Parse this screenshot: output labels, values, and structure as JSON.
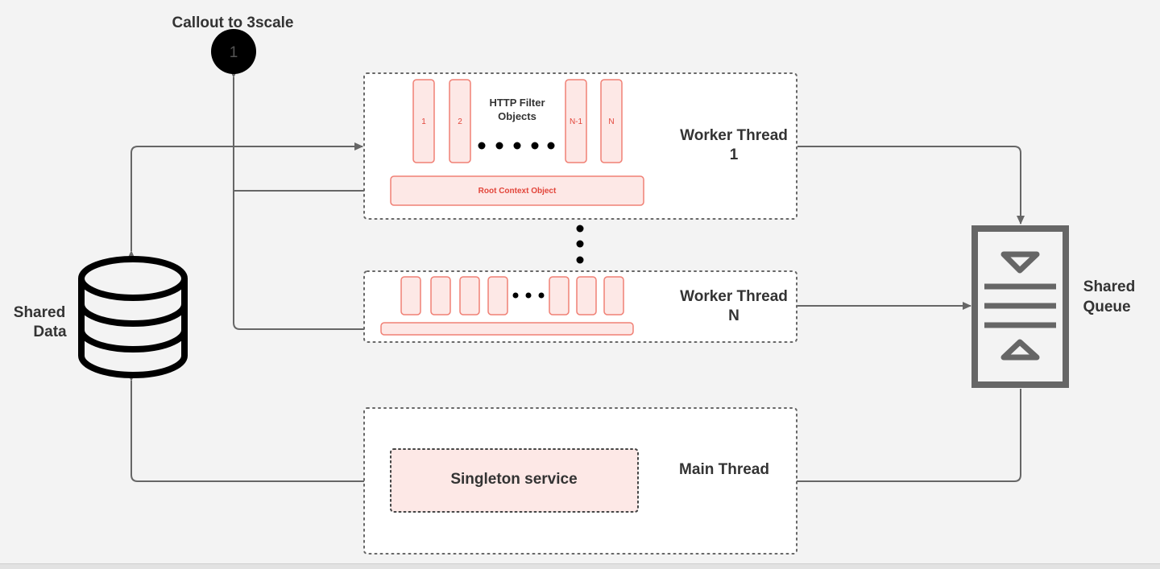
{
  "callout": {
    "title": "Callout to 3scale",
    "number": "1"
  },
  "shared_data": {
    "line1": "Shared",
    "line2": "Data"
  },
  "shared_queue": {
    "line1": "Shared",
    "line2": "Queue"
  },
  "worker1": {
    "label_line1": "Worker Thread",
    "label_line2": "1",
    "filter_label_line1": "HTTP Filter",
    "filter_label_line2": "Objects",
    "filters": [
      "1",
      "2",
      "N-1",
      "N"
    ],
    "root_context": "Root Context Object"
  },
  "workerN": {
    "label_line1": "Worker Thread",
    "label_line2": "N"
  },
  "main_thread": {
    "label": "Main Thread",
    "service": "Singleton service"
  },
  "colors": {
    "filter_fill": "#fde8e6",
    "filter_stroke": "#f08075",
    "filter_text": "#e2453a",
    "arrow": "#666666",
    "text": "#333333"
  }
}
